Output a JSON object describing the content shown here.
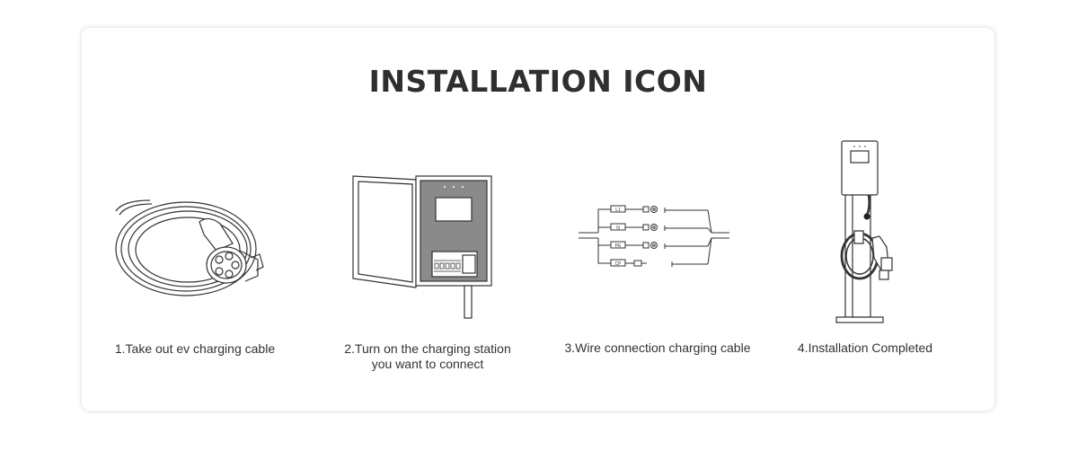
{
  "title": "INSTALLATION ICON",
  "steps": [
    {
      "icon": "ev-charging-cable-icon",
      "caption": "1.Take out ev charging cable"
    },
    {
      "icon": "wall-charging-station-icon",
      "caption_line1": "2.Turn on the charging station",
      "caption_line2": "you want to connect"
    },
    {
      "icon": "wire-connection-icon",
      "caption": "3.Wire connection charging cable",
      "wire_labels": [
        "L1",
        "N",
        "PE",
        "CP"
      ]
    },
    {
      "icon": "pedestal-charger-icon",
      "caption": "4.Installation Completed"
    }
  ],
  "colors": {
    "title": "#2f2f2f",
    "text": "#333333",
    "line": "#333333",
    "panel_gray": "#8a8a8a"
  }
}
